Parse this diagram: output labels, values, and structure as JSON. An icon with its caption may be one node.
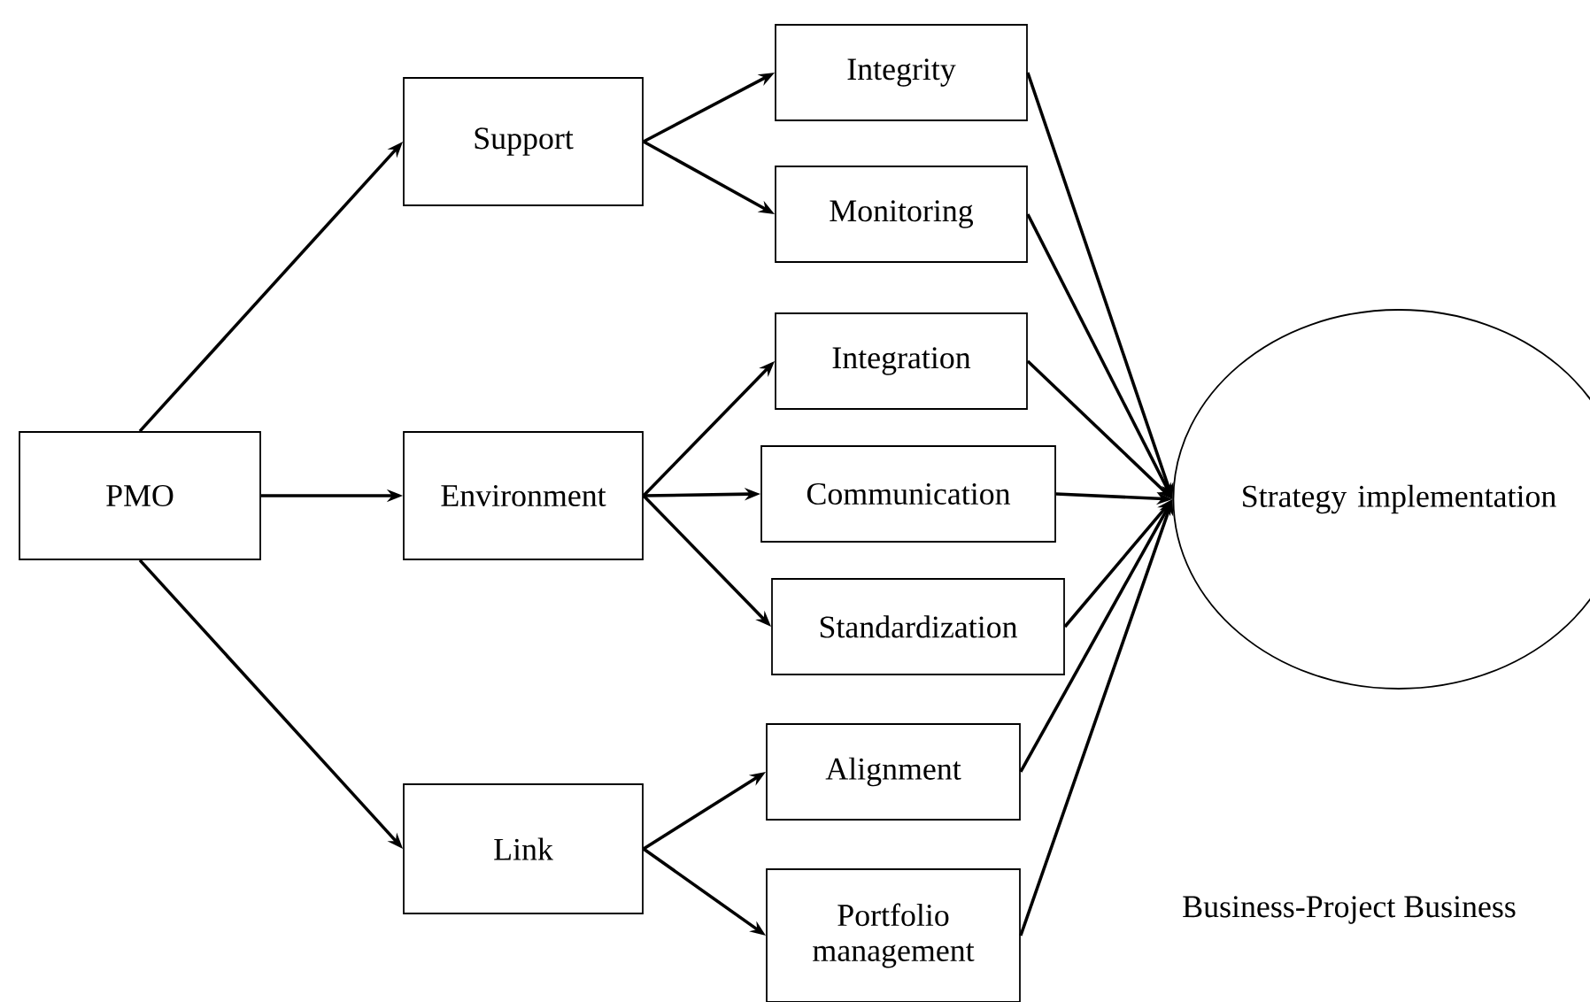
{
  "diagram": {
    "nodes": [
      {
        "text": [
          "PMO"
        ]
      },
      {
        "text": [
          "Support"
        ]
      },
      {
        "text": [
          "Environment"
        ]
      },
      {
        "text": [
          "Link"
        ]
      },
      {
        "text": [
          "Integrity"
        ]
      },
      {
        "text": [
          "Monitoring"
        ]
      },
      {
        "text": [
          "Integration"
        ]
      },
      {
        "text": [
          "Communication"
        ]
      },
      {
        "text": [
          "Standardization"
        ]
      },
      {
        "text": [
          "Alignment"
        ]
      },
      {
        "text": [
          "Portfolio management"
        ]
      },
      {
        "text": [
          "Strategy implementation"
        ]
      }
    ],
    "edges": [
      {
        "from": 0,
        "to": 1,
        "arrow": "to"
      },
      {
        "from": 0,
        "to": 2,
        "arrow": "to"
      },
      {
        "from": 0,
        "to": 3,
        "arrow": "to"
      },
      {
        "from": 1,
        "to": 4,
        "arrow": "to"
      },
      {
        "from": 1,
        "to": 5,
        "arrow": "to"
      },
      {
        "from": 2,
        "to": 6,
        "arrow": "to"
      },
      {
        "from": 2,
        "to": 7,
        "arrow": "to"
      },
      {
        "from": 2,
        "to": 8,
        "arrow": "to"
      },
      {
        "from": 3,
        "to": 9,
        "arrow": "to"
      },
      {
        "from": 3,
        "to": 10,
        "arrow": "to"
      },
      {
        "from": 4,
        "to": 11,
        "arrow": "to"
      },
      {
        "from": 5,
        "to": 11,
        "arrow": "to"
      },
      {
        "from": 6,
        "to": 11,
        "arrow": "to"
      },
      {
        "from": 7,
        "to": 11,
        "arrow": "to"
      },
      {
        "from": 8,
        "to": 11,
        "arrow": "to"
      },
      {
        "from": 9,
        "to": 11,
        "arrow": "to"
      },
      {
        "from": 10,
        "to": 11,
        "arrow": "to"
      }
    ],
    "labels": [
      "Business-Project Business"
    ]
  }
}
